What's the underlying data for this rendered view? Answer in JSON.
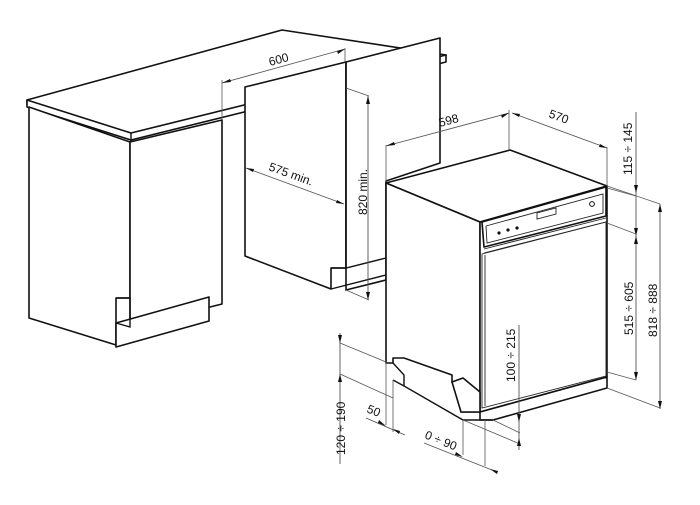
{
  "diagram": {
    "type": "technical installation drawing",
    "subject": "Semi-integrated dishwasher installation dimensions (mm)",
    "colors": {
      "line": "#111111",
      "dimension_line": "#555555",
      "background": "#ffffff"
    },
    "cabinet_dimensions": {
      "niche_width": "600",
      "niche_depth": "575 min.",
      "niche_height": "820 min."
    },
    "appliance_dimensions": {
      "width": "598",
      "depth": "570",
      "top_gap": "115 ÷ 145",
      "door_height": "515 ÷ 605",
      "total_height": "818 ÷ 888",
      "plinth_height": "100 ÷ 215",
      "foot_height": "120 ÷ 190",
      "foot_offset": "50",
      "plinth_setback": "0 ÷ 90"
    },
    "control_panel": {
      "buttons": 3,
      "display": "display-window",
      "knob": "power-knob"
    }
  }
}
